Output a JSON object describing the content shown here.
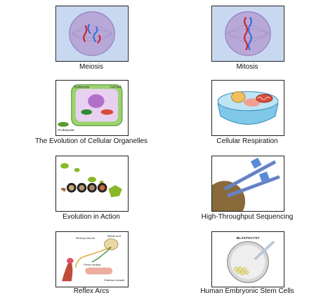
{
  "gallery": {
    "items": [
      {
        "label": "Meiosis",
        "thumb": "meiosis-illustration"
      },
      {
        "label": "Mitosis",
        "thumb": "mitosis-illustration"
      },
      {
        "label": "The Evolution of Cellular Organelles",
        "thumb": "organelles-illustration",
        "thumb_text": [
          "Eukaryote",
          "Prokaryote",
          "Cell wall"
        ]
      },
      {
        "label": "Cellular Respiration",
        "thumb": "respiration-illustration"
      },
      {
        "label": "Evolution in Action",
        "thumb": "evolution-islands-illustration"
      },
      {
        "label": "High-Throughput Sequencing",
        "thumb": "sequencing-illustration"
      },
      {
        "label": "Reflex Arcs",
        "thumb": "reflex-arc-illustration",
        "thumb_text": [
          "Sensory neuron",
          "Spinal cord",
          "Flexor muscle",
          "Extensor muscle"
        ]
      },
      {
        "label": "Human Embryonic Stem Cells",
        "thumb": "blastocyst-illustration",
        "thumb_text": [
          "BLASTOCYST"
        ]
      }
    ]
  },
  "colors": {
    "border": "#222222",
    "meiosis_bg": "#c8d8f0",
    "cell_purple": "#b8a8d8",
    "chromosome_red": "#d0242a",
    "chromosome_blue": "#3a6fd8",
    "respiration_blue": "#7fc8e8",
    "sequencing_brown": "#8a6a3a"
  }
}
